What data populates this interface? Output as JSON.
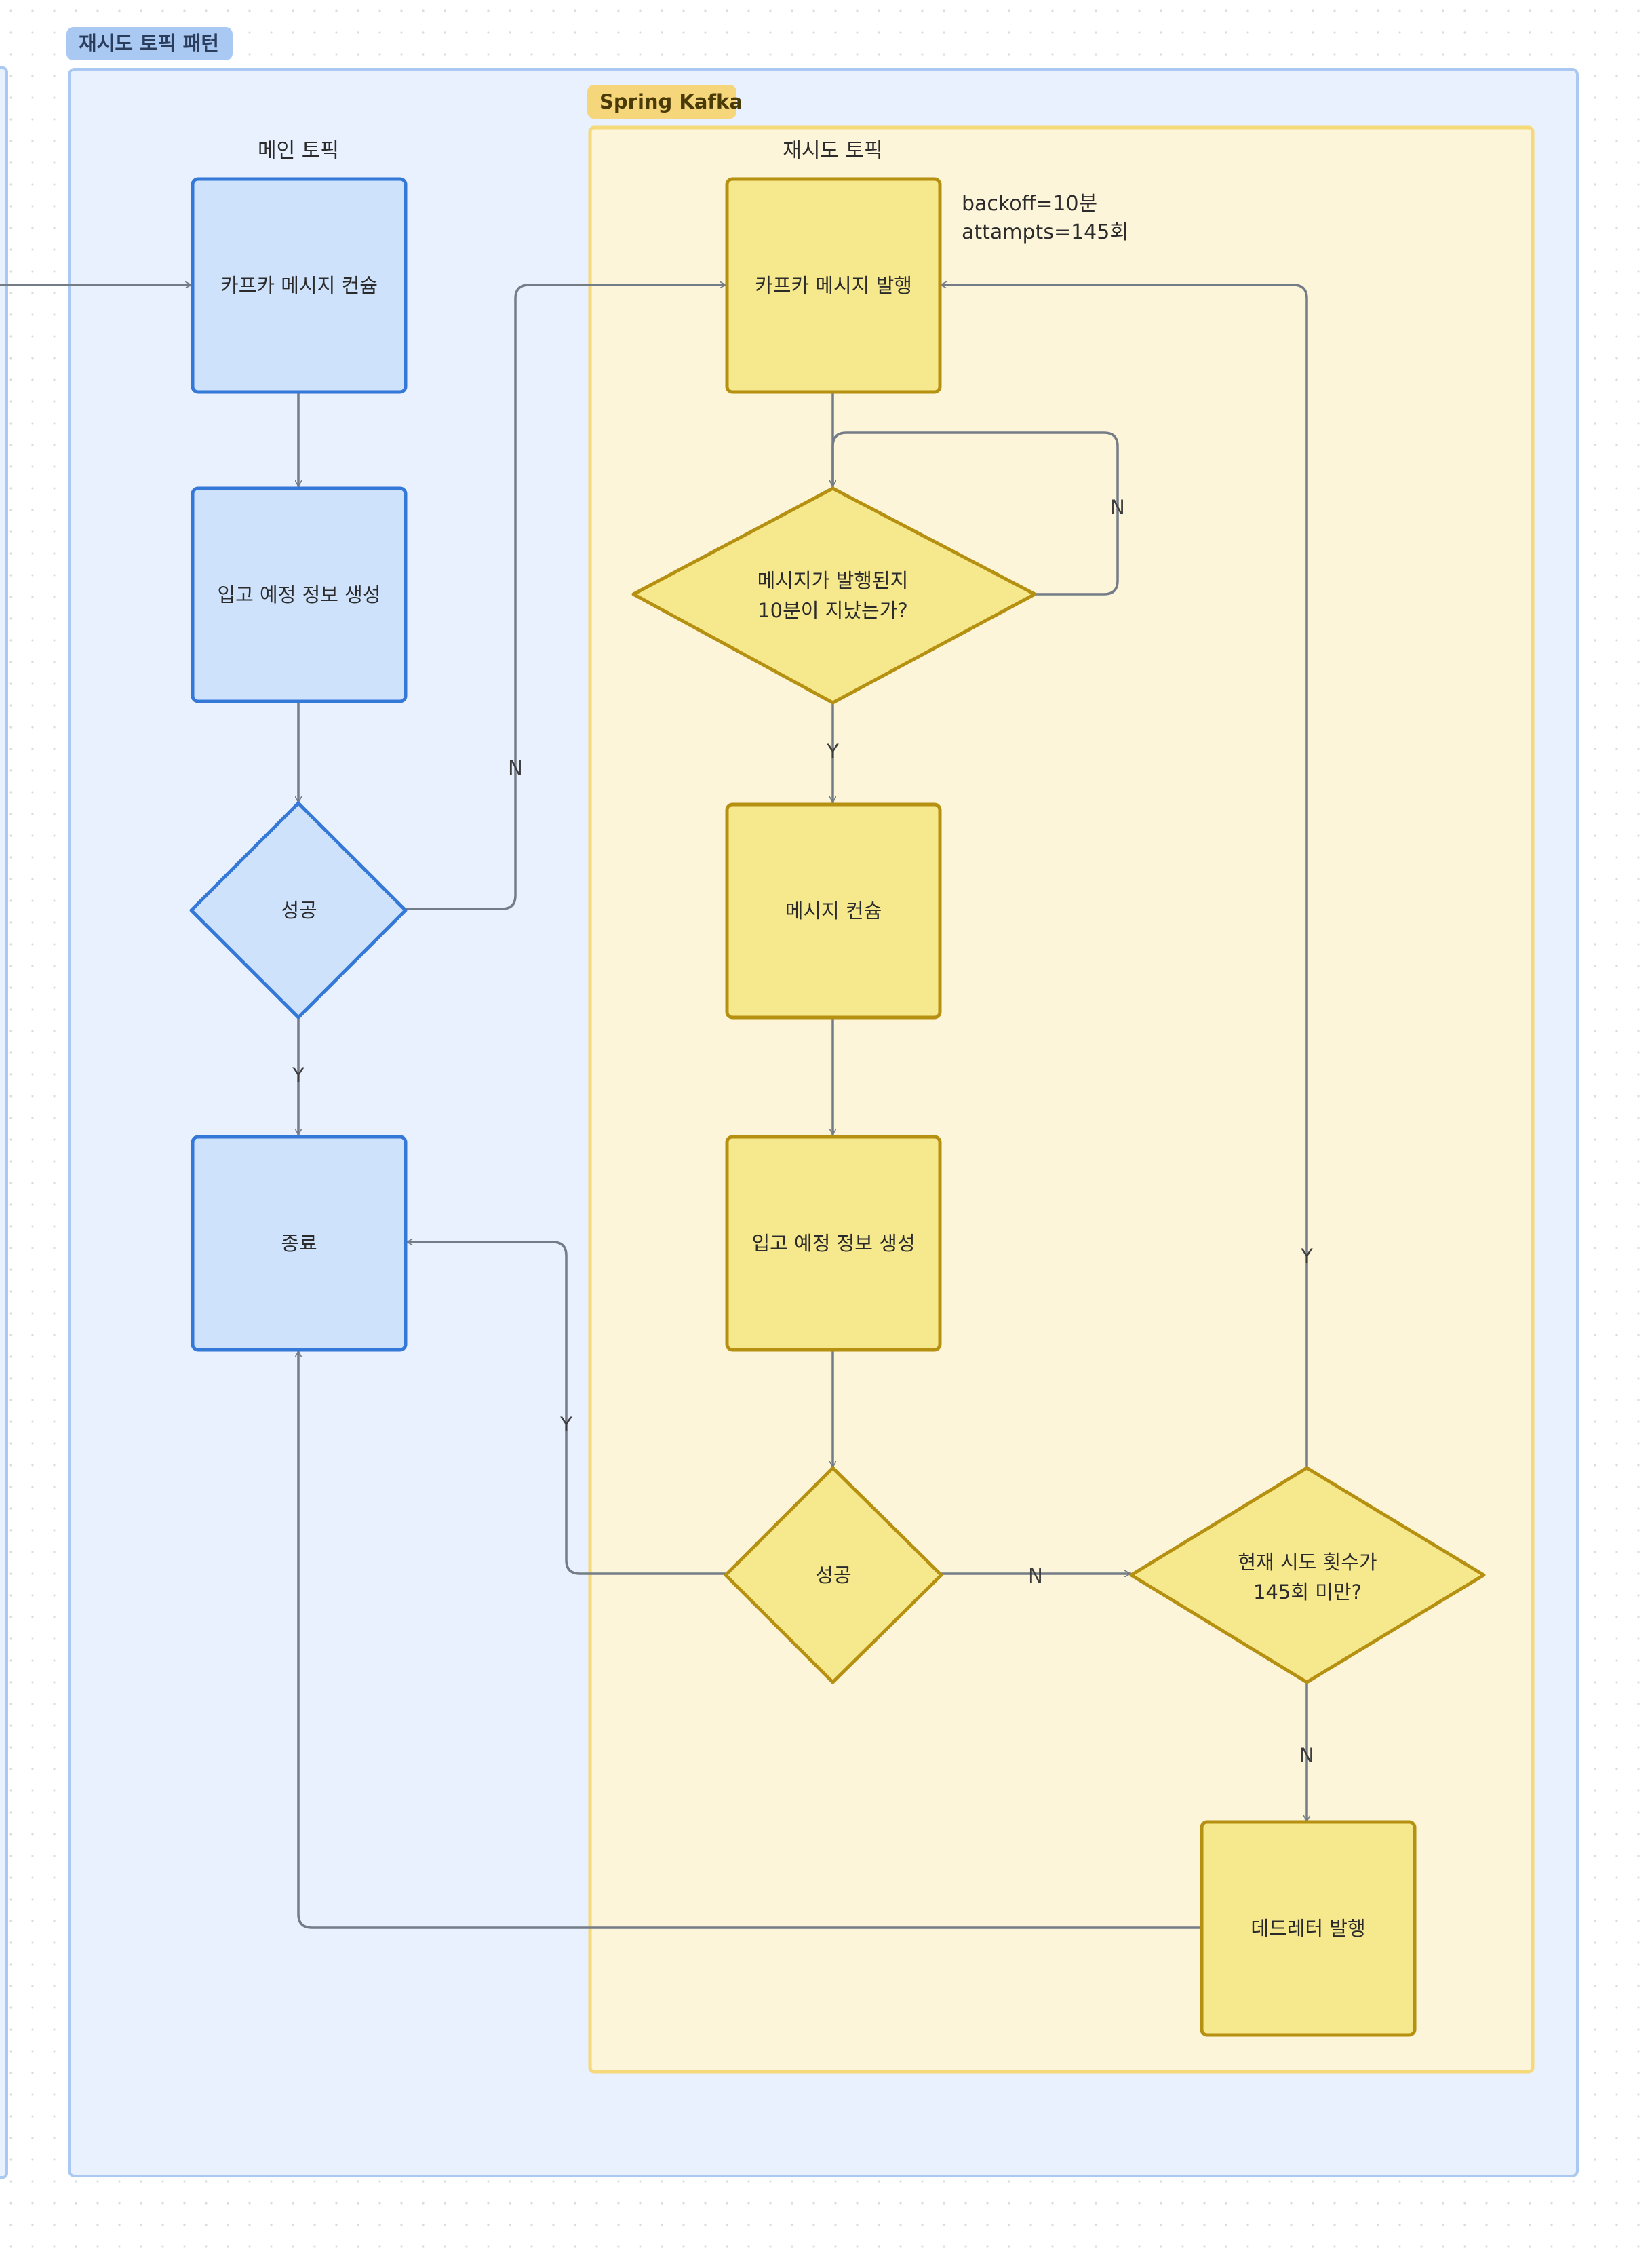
{
  "frames": {
    "outer": {
      "label": "재시도 토픽 패턴"
    },
    "inner": {
      "label": "Spring Kafka"
    }
  },
  "lanes": {
    "main": "메인 토픽",
    "retry": "재시도 토픽"
  },
  "annotation": {
    "backoff": "backoff=10분",
    "attempts": "attampts=145회"
  },
  "nodes": {
    "consume_main": "카프카 메시지 컨슘",
    "create_info_main": "입고 예정 정보 생성",
    "success_main": "성공",
    "end": "종료",
    "publish_retry": "카프카 메시지 발행",
    "wait_check": [
      "메시지가 발행된지",
      "10분이 지났는가?"
    ],
    "consume_retry": "메시지 컨슘",
    "create_info_retry": "입고 예정 정보 생성",
    "success_retry": "성공",
    "attempt_check": [
      "현재 시도 횟수가",
      "145회 미만?"
    ],
    "deadletter": "데드레터 발행"
  },
  "edge_labels": {
    "main_fail": "N",
    "main_success": "Y",
    "wait_no": "N",
    "wait_yes": "Y",
    "retry_success": "Y",
    "retry_fail": "N",
    "attempt_yes": "Y",
    "attempt_no": "N"
  },
  "colors": {
    "outer_fill": "#e8f1fd",
    "outer_stroke": "#a9c8f2",
    "outer_label_bg": "#aac9f2",
    "inner_fill": "#fdf5da",
    "inner_stroke": "#f5d97a",
    "inner_label_bg": "#f6d67a",
    "blue_fill": "#cfe2fb",
    "blue_stroke": "#3478d8",
    "yellow_fill": "#f5e88d",
    "yellow_stroke": "#b69010",
    "edge": "#747c87"
  }
}
